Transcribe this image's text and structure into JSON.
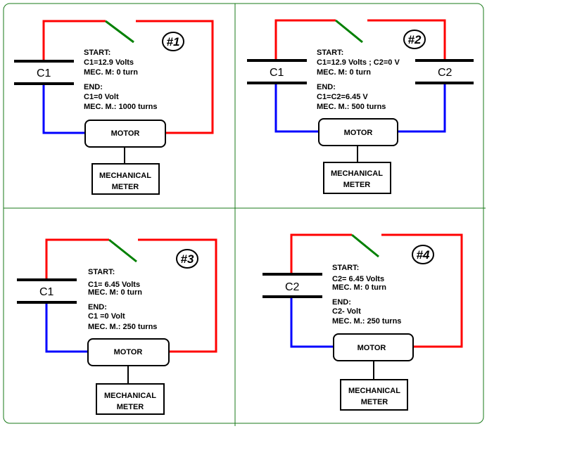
{
  "colors": {
    "positive_wire": "#ff0000",
    "negative_wire": "#0000ff",
    "switch": "#008000",
    "frame": "#1a7a1a",
    "plate": "#000000"
  },
  "panels": [
    {
      "number": "#1",
      "capacitors": [
        "C1"
      ],
      "text": {
        "start": "START:",
        "start_line1": "C1=12.9 Volts",
        "start_line2": "MEC. M: 0 turn",
        "end": "END:",
        "end_line1": "C1=0 Volt",
        "end_line2": "MEC. M.: 1000 turns"
      },
      "motor": "MOTOR",
      "meter_line1": "MECHANICAL",
      "meter_line2": "METER"
    },
    {
      "number": "#2",
      "capacitors": [
        "C1",
        "C2"
      ],
      "text": {
        "start": "START:",
        "start_line1": "C1=12.9 Volts ; C2=0 V",
        "start_line2": "MEC. M: 0 turn",
        "end": "END:",
        "end_line1": "C1=C2=6.45 V",
        "end_line2": "MEC. M.:  500 turns"
      },
      "motor": "MOTOR",
      "meter_line1": "MECHANICAL",
      "meter_line2": "METER"
    },
    {
      "number": "#3",
      "capacitors": [
        "C1"
      ],
      "text": {
        "start": "START:",
        "start_line1": "C1= 6.45 Volts",
        "start_line2": "MEC. M: 0 turn",
        "end": "END:",
        "end_line1": "C1 =0 Volt",
        "end_line2": "MEC. M.:  250 turns"
      },
      "motor": "MOTOR",
      "meter_line1": "MECHANICAL",
      "meter_line2": "METER"
    },
    {
      "number": "#4",
      "capacitors": [
        "C2"
      ],
      "text": {
        "start": "START:",
        "start_line1": "C2= 6.45 Volts",
        "start_line2": "MEC. M: 0 turn",
        "end": "END:",
        "end_line1": "C2- Volt",
        "end_line2": "MEC. M.:  250 turns"
      },
      "motor": "MOTOR",
      "meter_line1": "MECHANICAL",
      "meter_line2": "METER"
    }
  ]
}
